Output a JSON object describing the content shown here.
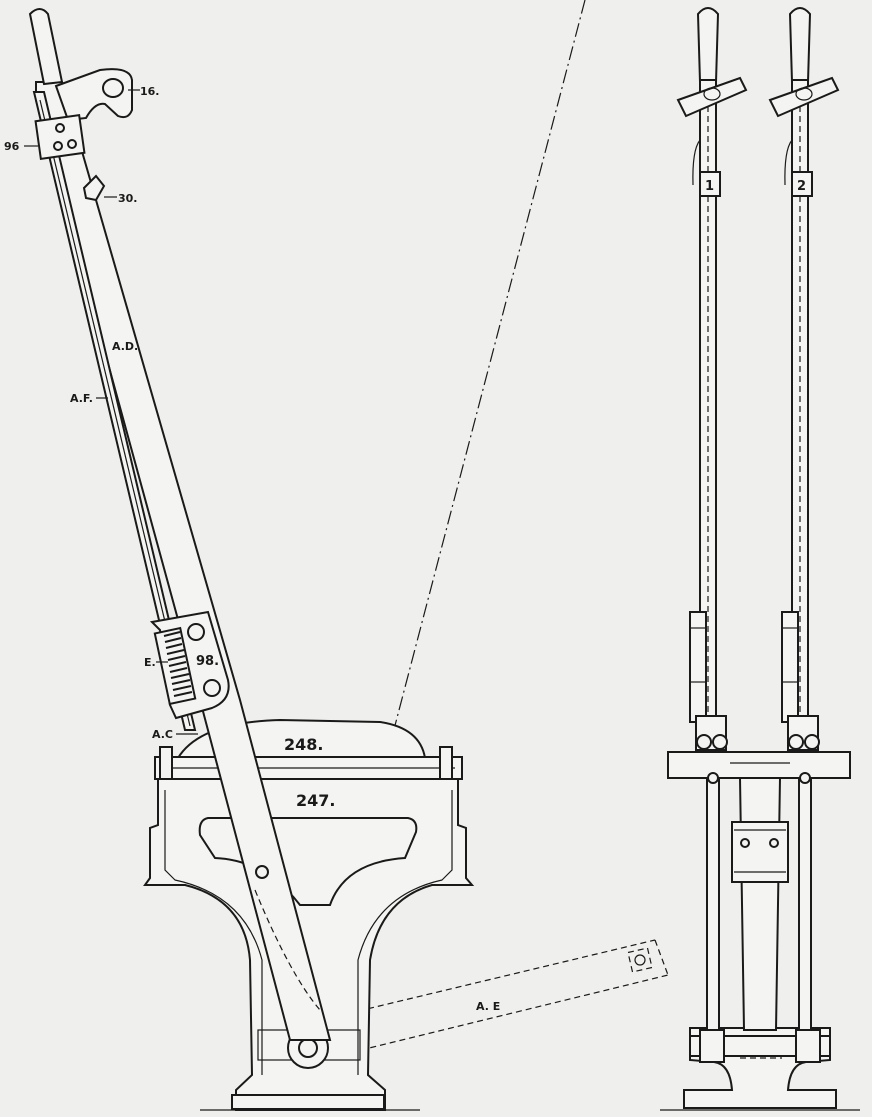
{
  "labels": {
    "part_16": "16.",
    "part_96": "96",
    "part_30": "30.",
    "part_ad": "A.D.",
    "part_af": "A.F.",
    "part_e": "E.",
    "part_98": "98.",
    "part_ac": "A.C",
    "part_248": "248.",
    "part_247": "247.",
    "part_ae": "A. E",
    "lever_1": "1",
    "lever_2": "2"
  }
}
